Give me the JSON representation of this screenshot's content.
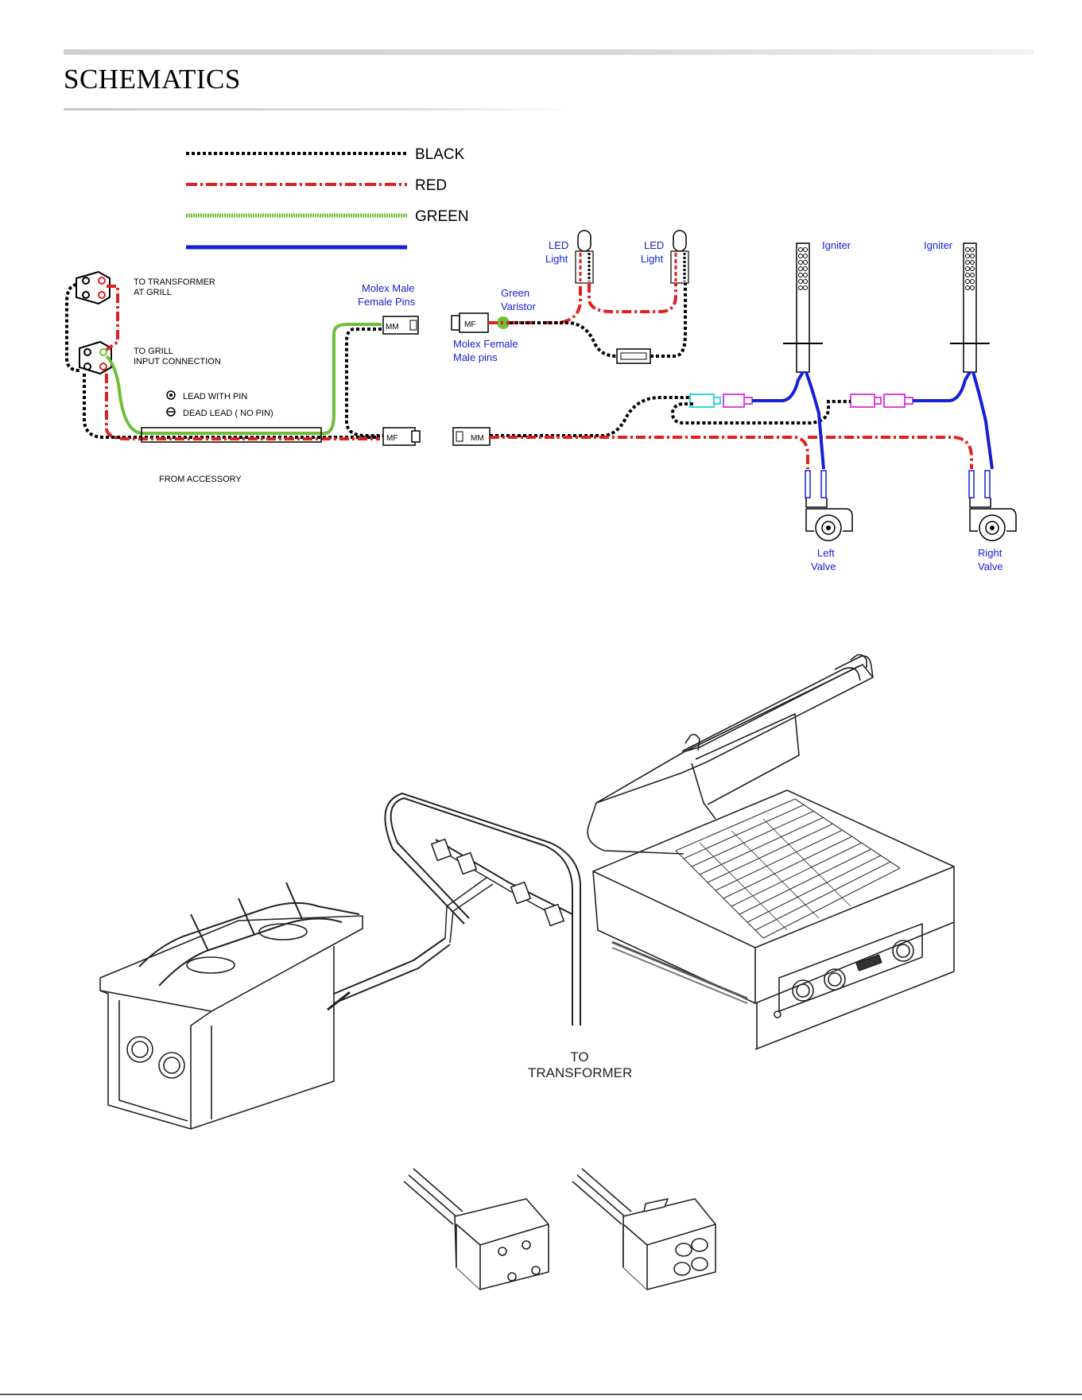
{
  "header": {
    "title": "SCHEMATICS"
  },
  "legend": [
    {
      "label": "BLACK",
      "color": "#000000"
    },
    {
      "label": "RED",
      "color": "#e0201e"
    },
    {
      "label": "GREEN",
      "color": "#6fbf3a"
    },
    {
      "label": "",
      "color": "#1520d6"
    }
  ],
  "colors": {
    "black": "#000000",
    "red": "#e0201e",
    "green": "#6fbf3a",
    "blue": "#1520d6",
    "cyan": "#35d5e0",
    "magenta": "#e040e0"
  },
  "schematic": {
    "to_transformer": [
      "TO TRANSFORMER",
      "AT GRILL"
    ],
    "to_grill": [
      "TO GRILL",
      "INPUT CONNECTION"
    ],
    "lead_with_pin": "LEAD WITH PIN",
    "dead_lead": "DEAD LEAD  ( NO PIN)",
    "from_accessory": "FROM ACCESSORY",
    "molex_male": [
      "Molex Male",
      "Female Pins"
    ],
    "molex_female": [
      "Molex Female",
      "Male pins"
    ],
    "green_varistor": [
      "Green",
      "Varistor"
    ],
    "led_light_1": [
      "LED",
      "Light"
    ],
    "led_light_2": [
      "LED",
      "Light"
    ],
    "igniter_1": "Igniter",
    "igniter_2": "Igniter",
    "left_valve": [
      "Left",
      "Valve"
    ],
    "right_valve": [
      "Right",
      "Valve"
    ],
    "mm": "MM",
    "mf": "MF"
  },
  "illustration": {
    "to_transformer": [
      "TO",
      "TRANSFORMER"
    ]
  }
}
